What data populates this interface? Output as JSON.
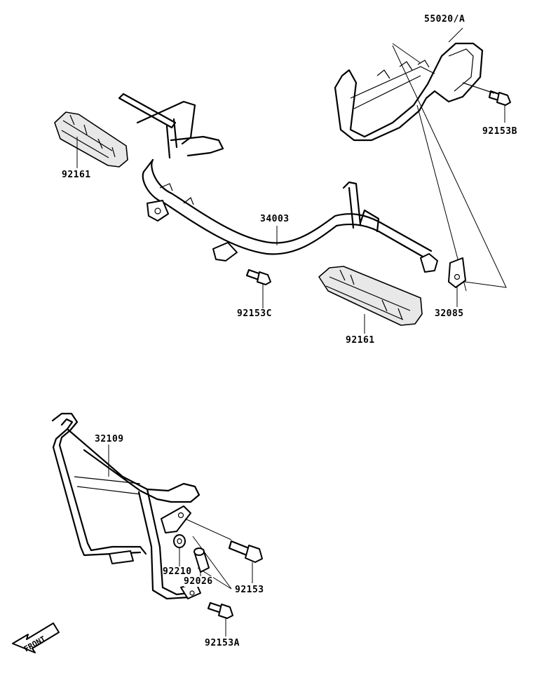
{
  "labels": {
    "bumper_rear": "55020/A",
    "bolt_b": "92153B",
    "footpeg_left": "92161",
    "main_frame": "34003",
    "bolt_c": "92153C",
    "bracket": "32085",
    "footpeg_right": "92161",
    "front_bumper": "32109",
    "washer": "92210",
    "collar": "92026",
    "bolt": "92153",
    "bolt_a": "92153A"
  },
  "front_arrow": "FRONT"
}
